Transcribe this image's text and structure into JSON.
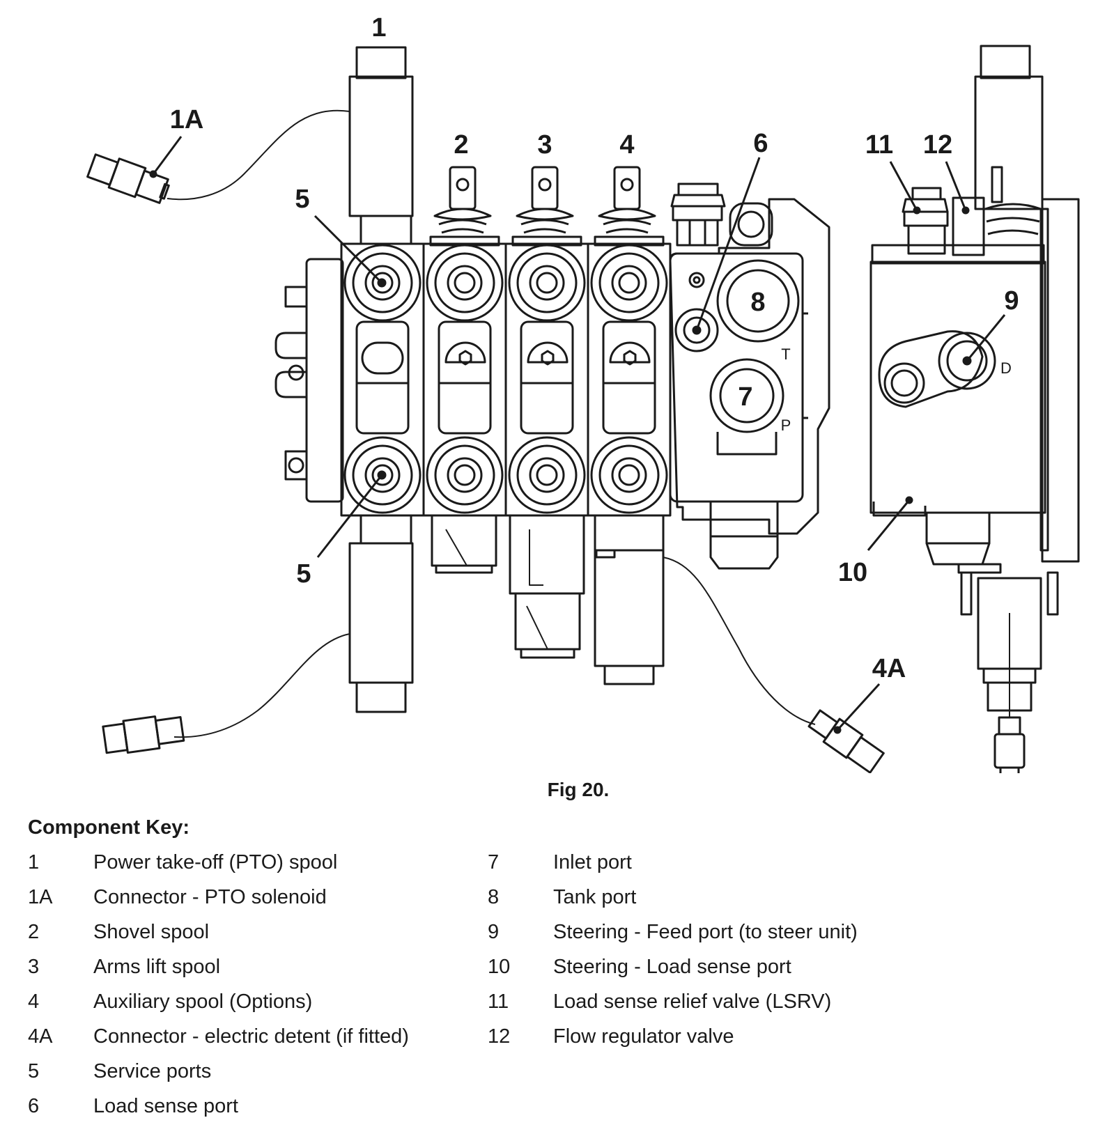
{
  "callouts": {
    "c1": "1",
    "c1a": "1A",
    "c2": "2",
    "c3": "3",
    "c4": "4",
    "c4a": "4A",
    "c5_top": "5",
    "c5_bottom": "5",
    "c6": "6",
    "c7": "7",
    "c8": "8",
    "c9": "9",
    "c10": "10",
    "c11": "11",
    "c12": "12"
  },
  "port_letters": {
    "t": "T",
    "p": "P",
    "d": "D"
  },
  "caption": "Fig 20.",
  "key": {
    "title": "Component Key:",
    "left": [
      {
        "num": "1",
        "text": "Power take-off (PTO) spool"
      },
      {
        "num": "1A",
        "text": "Connector - PTO solenoid"
      },
      {
        "num": "2",
        "text": "Shovel spool"
      },
      {
        "num": "3",
        "text": "Arms lift spool"
      },
      {
        "num": "4",
        "text": "Auxiliary spool (Options)"
      },
      {
        "num": "4A",
        "text": "Connector - electric detent (if fitted)"
      },
      {
        "num": "5",
        "text": "Service ports"
      },
      {
        "num": "6",
        "text": "Load sense port"
      }
    ],
    "right": [
      {
        "num": "7",
        "text": "Inlet port"
      },
      {
        "num": "8",
        "text": "Tank port"
      },
      {
        "num": "9",
        "text": "Steering - Feed port (to steer unit)"
      },
      {
        "num": "10",
        "text": "Steering - Load sense port"
      },
      {
        "num": "11",
        "text": "Load sense relief valve (LSRV)"
      },
      {
        "num": "12",
        "text": "Flow regulator valve"
      }
    ]
  }
}
